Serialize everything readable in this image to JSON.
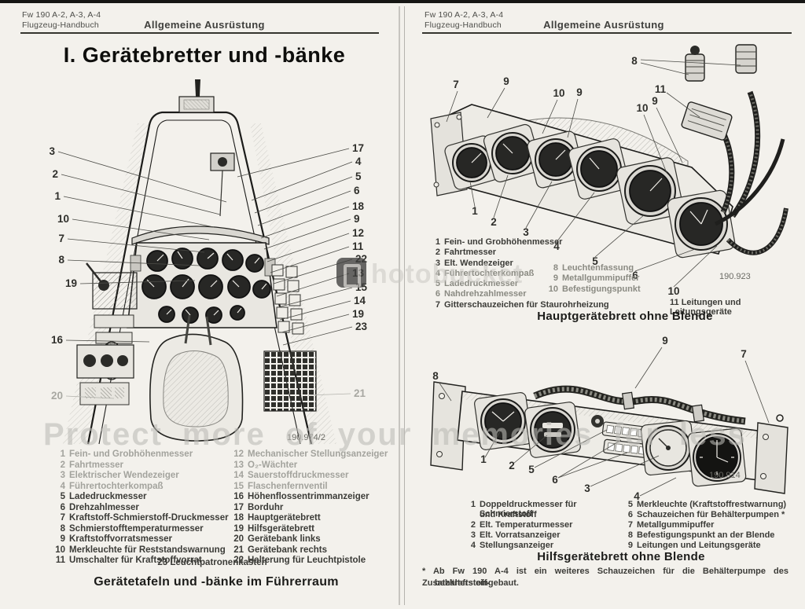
{
  "header": {
    "model": "Fw 190 A-2, A-3, A-4",
    "book": "Flugzeug-Handbuch",
    "section": "Allgemeine Ausrüstung"
  },
  "watermark": {
    "word": "hotobucket",
    "tagline": "Protect more of your memories for less"
  },
  "left_page": {
    "title": "I. Gerätebretter und -bänke",
    "caption": "Gerätetafeln und -bänke im Führerraum",
    "figure_number": "190.974/2",
    "legend_left": [
      {
        "num": "1",
        "text": "Fein- und Grobhöhenmesser",
        "faded": true
      },
      {
        "num": "2",
        "text": "Fahrtmesser",
        "faded": true
      },
      {
        "num": "3",
        "text": "Elektrischer Wendezeiger",
        "faded": true
      },
      {
        "num": "4",
        "text": "Führertochterkompaß",
        "faded": true
      },
      {
        "num": "5",
        "text": "Ladedruckmesser"
      },
      {
        "num": "6",
        "text": "Drehzahlmesser"
      },
      {
        "num": "7",
        "text": "Kraftstoff-Schmierstoff-Druckmesser"
      },
      {
        "num": "8",
        "text": "Schmierstofftemperaturmesser"
      },
      {
        "num": "9",
        "text": "Kraftstoffvorratsmesser"
      },
      {
        "num": "10",
        "text": "Merkleuchte für Reststandswarnung"
      },
      {
        "num": "11",
        "text": "Umschalter für Kraftstoffvorrat"
      }
    ],
    "legend_right": [
      {
        "num": "12",
        "text": "Mechanischer Stellungsanzeiger",
        "faded": true
      },
      {
        "num": "13",
        "text": "O₂-Wächter",
        "faded": true
      },
      {
        "num": "14",
        "text": "Sauerstoffdruckmesser",
        "faded": true
      },
      {
        "num": "15",
        "text": "Flaschenfernventil",
        "faded": true
      },
      {
        "num": "16",
        "text": "Höhenflossentrimmanzeiger"
      },
      {
        "num": "17",
        "text": "Borduhr"
      },
      {
        "num": "18",
        "text": "Hauptgerätebrett"
      },
      {
        "num": "19",
        "text": "Hilfsgerätebrett"
      },
      {
        "num": "20",
        "text": "Gerätebank links"
      },
      {
        "num": "21",
        "text": "Gerätebank rechts"
      },
      {
        "num": "22",
        "text": "Halterung für Leuchtpistole"
      }
    ],
    "legend_footer": {
      "num": "23",
      "text": "Leuchtpatronenkasten"
    },
    "callouts_left": [
      {
        "label": "3",
        "a": "end",
        "t": [
          30,
          102
        ],
        "l": [
          34,
          98,
          248,
          162
        ]
      },
      {
        "label": "2",
        "a": "end",
        "t": [
          34,
          131
        ],
        "l": [
          38,
          127,
          240,
          178
        ]
      },
      {
        "label": "1",
        "a": "end",
        "t": [
          37,
          159
        ],
        "l": [
          41,
          155,
          232,
          194
        ]
      },
      {
        "label": "10",
        "a": "end",
        "t": [
          48,
          188
        ],
        "l": [
          52,
          184,
          226,
          210
        ]
      },
      {
        "label": "7",
        "a": "end",
        "t": [
          42,
          213
        ],
        "l": [
          46,
          209,
          220,
          226
        ]
      },
      {
        "label": "8",
        "a": "end",
        "t": [
          42,
          240
        ],
        "l": [
          46,
          236,
          214,
          243
        ]
      },
      {
        "label": "19",
        "a": "end",
        "t": [
          58,
          270
        ],
        "l": [
          62,
          266,
          208,
          262
        ]
      },
      {
        "label": "16",
        "a": "end",
        "t": [
          40,
          342
        ],
        "l": [
          44,
          338,
          150,
          340
        ]
      },
      {
        "label": "20",
        "a": "end",
        "t": [
          40,
          413
        ],
        "l": [
          44,
          409,
          105,
          412
        ],
        "faded": true
      }
    ],
    "callouts_right": [
      {
        "label": "17",
        "a": "start",
        "t": [
          408,
          98
        ],
        "l": [
          404,
          94,
          262,
          130
        ]
      },
      {
        "label": "4",
        "a": "start",
        "t": [
          412,
          115
        ],
        "l": [
          408,
          111,
          280,
          160
        ]
      },
      {
        "label": "5",
        "a": "start",
        "t": [
          412,
          134
        ],
        "l": [
          408,
          130,
          284,
          176
        ]
      },
      {
        "label": "6",
        "a": "start",
        "t": [
          410,
          152
        ],
        "l": [
          406,
          148,
          288,
          192
        ]
      },
      {
        "label": "18",
        "a": "start",
        "t": [
          408,
          172
        ],
        "l": [
          404,
          168,
          292,
          208
        ]
      },
      {
        "label": "9",
        "a": "start",
        "t": [
          410,
          188
        ],
        "l": [
          406,
          184,
          296,
          222
        ]
      },
      {
        "label": "12",
        "a": "start",
        "t": [
          408,
          206
        ],
        "l": [
          404,
          202,
          300,
          238
        ]
      },
      {
        "label": "11",
        "a": "start",
        "t": [
          408,
          223
        ],
        "l": [
          404,
          219,
          304,
          252
        ]
      },
      {
        "label": "22",
        "a": "start",
        "t": [
          412,
          239
        ],
        "l": [
          408,
          235,
          308,
          266
        ]
      },
      {
        "label": "13",
        "a": "start",
        "t": [
          408,
          257
        ],
        "l": [
          404,
          253,
          312,
          282
        ]
      },
      {
        "label": "15",
        "a": "start",
        "t": [
          412,
          275
        ],
        "l": [
          408,
          271,
          314,
          296
        ]
      },
      {
        "label": "14",
        "a": "start",
        "t": [
          410,
          292
        ],
        "l": [
          406,
          288,
          316,
          312
        ]
      },
      {
        "label": "19",
        "a": "start",
        "t": [
          408,
          309
        ],
        "l": [
          404,
          305,
          318,
          328
        ]
      },
      {
        "label": "23",
        "a": "start",
        "t": [
          412,
          325
        ],
        "l": [
          408,
          321,
          320,
          344
        ]
      },
      {
        "label": "21",
        "a": "start",
        "t": [
          410,
          410
        ],
        "l": [
          406,
          406,
          352,
          408
        ],
        "faded": true
      }
    ]
  },
  "right_page": {
    "fig1": {
      "number": "190.923",
      "caption": "Hauptgerätebrett ohne Blende",
      "legend_left": [
        {
          "num": "1",
          "text": "Fein- und Grobhöhenmesser"
        },
        {
          "num": "2",
          "text": "Fahrtmesser"
        },
        {
          "num": "3",
          "text": "Elt. Wendezeiger"
        },
        {
          "num": "4",
          "text": "Führertochterkompaß",
          "dim": true
        },
        {
          "num": "5",
          "text": "Ladedruckmesser",
          "dim": true
        },
        {
          "num": "6",
          "text": "Nahdrehzahlmesser",
          "dim": true
        },
        {
          "num": "7",
          "text": "Gitterschauzeichen für Staurohrheizung"
        }
      ],
      "legend_right": [
        {
          "num": "8",
          "text": "Leuchtenfassung",
          "dim": true
        },
        {
          "num": "9",
          "text": "Metallgummipuffer",
          "dim": true
        },
        {
          "num": "10",
          "text": "Befestigungspunkt",
          "dim": true
        }
      ],
      "item11": {
        "num": "11",
        "text": "Leitungen und Leitungsgeräte"
      },
      "callouts": [
        {
          "label": "7",
          "t": [
            40,
            57
          ],
          "l": [
            42,
            61,
            28,
            100
          ]
        },
        {
          "label": "9",
          "t": [
            104,
            53
          ],
          "l": [
            102,
            57,
            80,
            95
          ]
        },
        {
          "label": "10",
          "t": [
            171,
            68
          ],
          "l": [
            169,
            72,
            150,
            115
          ]
        },
        {
          "label": "9",
          "t": [
            197,
            67
          ],
          "l": [
            195,
            71,
            182,
            120
          ]
        },
        {
          "label": "8",
          "t": [
            267,
            27
          ],
          "l": [
            275,
            25,
            336,
            40
          ],
          "l2": [
            275,
            21,
            402,
            28
          ]
        },
        {
          "label": "11",
          "t": [
            300,
            63
          ],
          "l": [
            308,
            63,
            350,
            94
          ]
        },
        {
          "label": "9",
          "t": [
            293,
            78
          ],
          "l": [
            295,
            82,
            328,
            152
          ]
        },
        {
          "label": "10",
          "t": [
            277,
            87
          ],
          "l": [
            279,
            91,
            308,
            165
          ]
        },
        {
          "label": "1",
          "t": [
            64,
            218
          ],
          "l": [
            64,
            208,
            58,
            176
          ]
        },
        {
          "label": "2",
          "t": [
            88,
            232
          ],
          "l": [
            88,
            222,
            106,
            168
          ]
        },
        {
          "label": "3",
          "t": [
            129,
            245
          ],
          "l": [
            129,
            235,
            162,
            176
          ]
        },
        {
          "label": "4",
          "t": [
            168,
            263
          ],
          "l": [
            168,
            253,
            216,
            190
          ]
        },
        {
          "label": "5",
          "t": [
            217,
            282
          ],
          "l": [
            217,
            272,
            280,
            218
          ]
        },
        {
          "label": "6",
          "t": [
            268,
            300
          ],
          "l": [
            268,
            290,
            344,
            262
          ]
        },
        {
          "label": "10",
          "t": [
            317,
            320
          ],
          "l": [
            317,
            310,
            372,
            258
          ]
        }
      ]
    },
    "fig2": {
      "number": "190.914",
      "caption": "Hilfsgerätebrett ohne Blende",
      "legend_left": [
        {
          "num": "1",
          "text": "Doppeldruckmesser für Schmierstoff",
          "text2": "und Kraftstoff"
        },
        {
          "num": "2",
          "text": "Elt. Temperaturmesser"
        },
        {
          "num": "3",
          "text": "Elt. Vorratsanzeiger"
        },
        {
          "num": "4",
          "text": "Stellungsanzeiger"
        }
      ],
      "legend_right": [
        {
          "num": "5",
          "text": "Merkleuchte (Kraftstoffrestwarnung)"
        },
        {
          "num": "6",
          "text": "Schauzeichen für Behälterpumpen *"
        },
        {
          "num": "7",
          "text": "Metallgummipuffer"
        },
        {
          "num": "8",
          "text": "Befestigungspunkt an der Blende"
        },
        {
          "num": "9",
          "text": "Leitungen und Leitungsgeräte"
        }
      ],
      "footnote1": "* Ab Fw 190 A-4 ist ein weiteres Schauzeichen für die Behälterpumpe des Zusatzkraftstoff-",
      "footnote2": "behälters eingebaut.",
      "callouts": [
        {
          "label": "8",
          "t": [
            14,
            63
          ],
          "l": [
            18,
            66,
            34,
            90
          ]
        },
        {
          "label": "9",
          "t": [
            306,
            18
          ],
          "l": [
            302,
            22,
            268,
            74
          ]
        },
        {
          "label": "7",
          "t": [
            406,
            35
          ],
          "l": [
            408,
            39,
            438,
            118
          ]
        },
        {
          "label": "1",
          "t": [
            75,
            169
          ],
          "l": [
            77,
            162,
            98,
            126
          ]
        },
        {
          "label": "2",
          "t": [
            111,
            177
          ],
          "l": [
            113,
            170,
            156,
            134
          ]
        },
        {
          "label": "5",
          "t": [
            136,
            182
          ],
          "l": [
            140,
            175,
            232,
            127
          ]
        },
        {
          "label": "6",
          "t": [
            166,
            195
          ],
          "l": [
            170,
            188,
            250,
            140
          ],
          "l2": [
            170,
            188,
            258,
            156
          ]
        },
        {
          "label": "3",
          "t": [
            207,
            206
          ],
          "l": [
            211,
            199,
            298,
            160
          ]
        },
        {
          "label": "4",
          "t": [
            270,
            216
          ],
          "l": [
            274,
            211,
            320,
            188
          ]
        }
      ]
    }
  }
}
